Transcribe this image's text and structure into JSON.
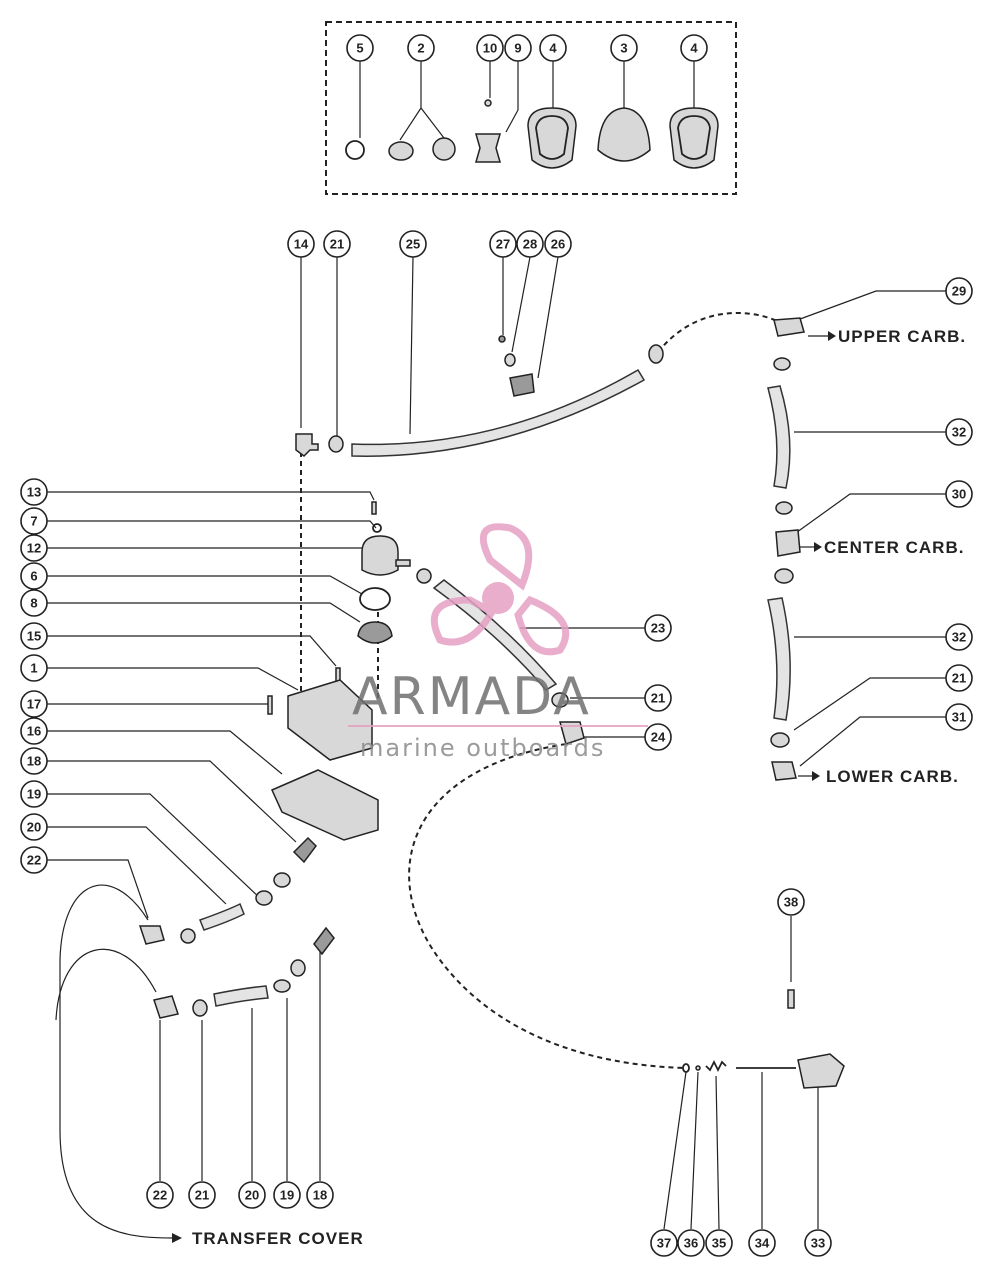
{
  "watermark": {
    "title": "ARMADA",
    "subtitle": "marine outboards",
    "accent_color": "#e6a0c4"
  },
  "destinations": {
    "upper": "UPPER CARB.",
    "center": "CENTER CARB.",
    "lower": "LOWER CARB.",
    "transfer": "TRANSFER COVER"
  },
  "callouts": {
    "kit": [
      "5",
      "2",
      "10",
      "9",
      "4",
      "3",
      "4"
    ],
    "top_row": [
      "14",
      "21",
      "25",
      "27",
      "28",
      "26"
    ],
    "left_col": [
      "13",
      "7",
      "12",
      "6",
      "8",
      "15",
      "1",
      "17",
      "16",
      "18",
      "19",
      "20",
      "22"
    ],
    "right_col": [
      "29",
      "32",
      "30",
      "32",
      "21",
      "31"
    ],
    "mid": [
      "23",
      "21",
      "24",
      "38"
    ],
    "bottom_left": [
      "22",
      "21",
      "20",
      "19",
      "18"
    ],
    "bottom_right": [
      "37",
      "36",
      "35",
      "34",
      "33"
    ]
  }
}
